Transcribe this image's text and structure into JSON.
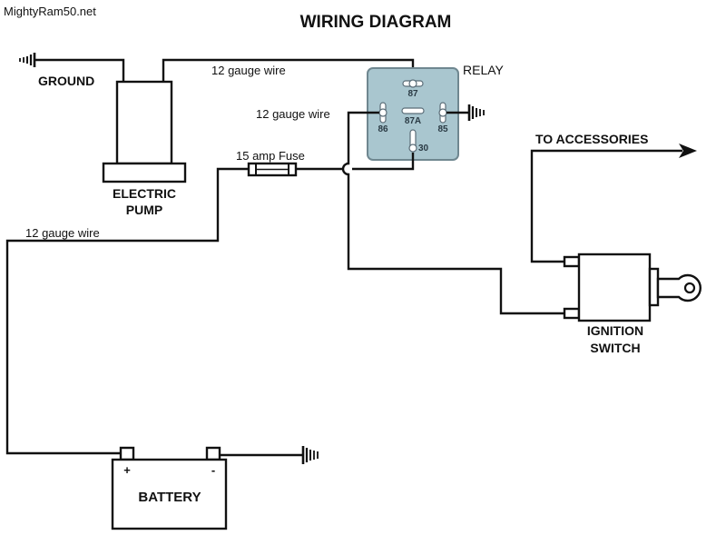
{
  "watermark": "MightyRam50.net",
  "title": "WIRING DIAGRAM",
  "labels": {
    "ground": "GROUND",
    "wire_top": "12 gauge wire",
    "wire_86": "12 gauge wire",
    "wire_left": "12 gauge wire",
    "fuse": "15 amp Fuse",
    "relay": "RELAY",
    "pump_line1": "ELECTRIC",
    "pump_line2": "PUMP",
    "accessories": "TO ACCESSORIES",
    "ignition_line1": "IGNITION",
    "ignition_line2": "SWITCH",
    "battery": "BATTERY",
    "battery_pos": "+",
    "battery_neg": "-"
  },
  "relay": {
    "pins": {
      "p87": "87",
      "p86": "86",
      "p87a": "87A",
      "p85": "85",
      "p30": "30"
    }
  },
  "colors": {
    "relay_fill": "#a9c6cf",
    "relay_stroke": "#6f8790",
    "wire": "#111111"
  },
  "icons": {
    "ground_symbol": "ground-icon",
    "arrow": "arrow-right-icon"
  }
}
